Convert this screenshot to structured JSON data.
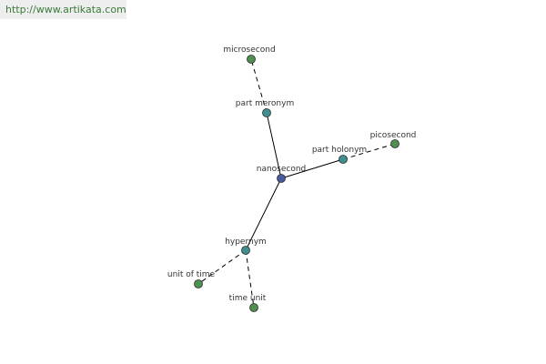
{
  "site_url": "http://www.artikata.com",
  "colors": {
    "center": "#4a5a9c",
    "relation": "#3f8f8f",
    "leaf": "#4f8f4f",
    "edge": "#000000",
    "url_text": "#3a7a3a"
  },
  "nodes": [
    {
      "id": "nanosecond",
      "label": "nanosecond",
      "kind": "center"
    },
    {
      "id": "part-meronym",
      "label": "part meronym",
      "kind": "relation"
    },
    {
      "id": "part-holonym",
      "label": "part holonym",
      "kind": "relation"
    },
    {
      "id": "hypernym",
      "label": "hypernym",
      "kind": "relation"
    },
    {
      "id": "microsecond",
      "label": "microsecond",
      "kind": "leaf"
    },
    {
      "id": "picosecond",
      "label": "picosecond",
      "kind": "leaf"
    },
    {
      "id": "unit-of-time",
      "label": "unit of time",
      "kind": "leaf"
    },
    {
      "id": "time-unit",
      "label": "time unit",
      "kind": "leaf"
    }
  ],
  "edges": [
    {
      "from": "nanosecond",
      "to": "part-meronym",
      "style": "solid"
    },
    {
      "from": "nanosecond",
      "to": "part-holonym",
      "style": "solid"
    },
    {
      "from": "nanosecond",
      "to": "hypernym",
      "style": "solid"
    },
    {
      "from": "part-meronym",
      "to": "microsecond",
      "style": "dashed"
    },
    {
      "from": "part-holonym",
      "to": "picosecond",
      "style": "dashed"
    },
    {
      "from": "hypernym",
      "to": "unit-of-time",
      "style": "dashed"
    },
    {
      "from": "hypernym",
      "to": "time-unit",
      "style": "dashed"
    }
  ]
}
